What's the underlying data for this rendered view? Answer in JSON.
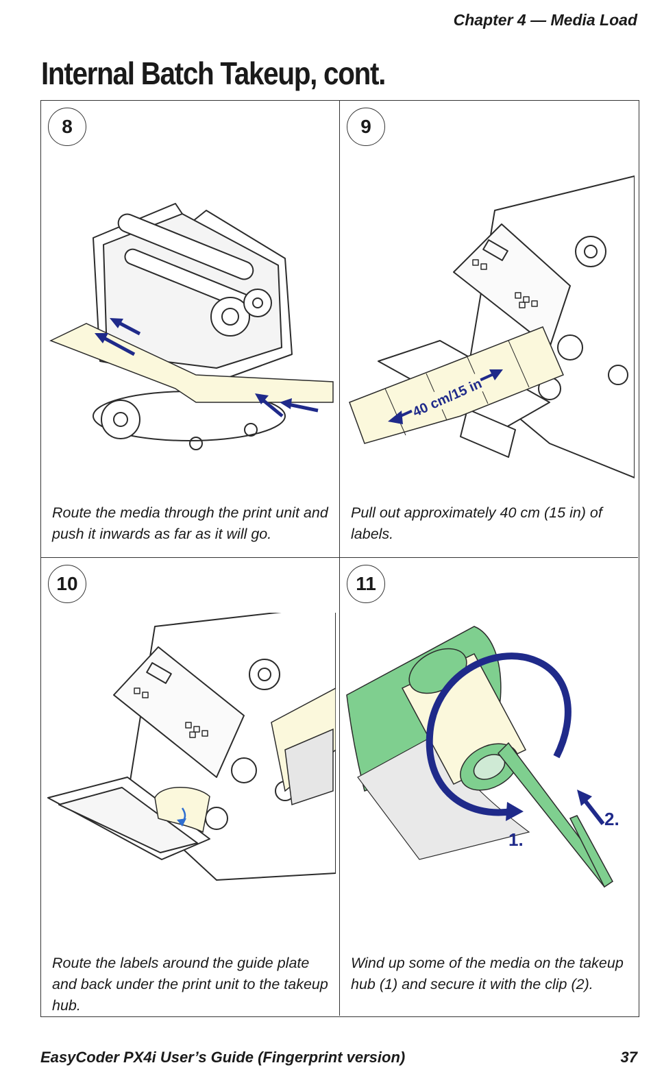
{
  "header": {
    "chapter": "Chapter 4 — Media Load"
  },
  "page_title": "Internal Batch Takeup, cont.",
  "steps": [
    {
      "number": "8",
      "caption": "Route the media through the print unit and push it inwards as far as it will go."
    },
    {
      "number": "9",
      "caption": "Pull out approximately 40 cm (15 in) of labels.",
      "dimension_label": "40 cm/15 in"
    },
    {
      "number": "10",
      "caption": "Route the labels around the guide plate and back under the print unit to the takeup hub."
    },
    {
      "number": "11",
      "caption": "Wind up some of the media on the takeup hub (1) and secure it with the clip (2).",
      "callout_1": "1.",
      "callout_2": "2."
    }
  ],
  "footer": {
    "guide_title": "EasyCoder PX4i User’s Guide (Fingerprint version)",
    "page_number": "37"
  },
  "colors": {
    "arrow": "#1f2a8a",
    "media": "#fbf8dc",
    "hub_green": "#7fcf8f",
    "outline": "#2b2b2b"
  },
  "icons": [
    "printer-mechanism-illustration",
    "direction-arrow-icon",
    "rotation-arrow-icon",
    "takeup-hub-illustration"
  ]
}
